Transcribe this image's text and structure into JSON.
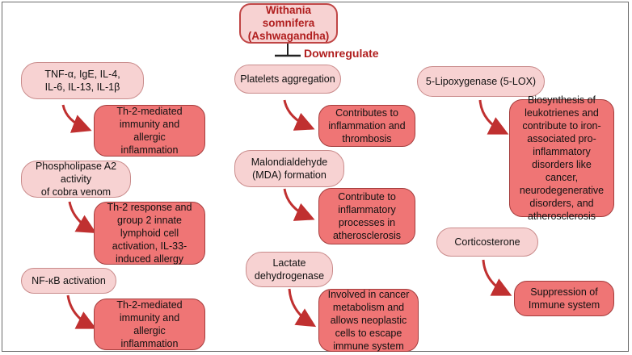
{
  "title": "Withania\nsomnifera\n(Ashwagandha)",
  "inhibit_label": "Downregulate",
  "colors": {
    "title_text": "#b01e1e",
    "light_box": "#f7d2d2",
    "dark_box": "#ef7575",
    "arrow": "#c03030"
  },
  "columns": [
    {
      "pairs": [
        {
          "target": "TNF-α, IgE, IL-4,\nIL-6, IL-13, IL-1β",
          "effect": "Th-2-mediated\nimmunity and\nallergic\ninflammation"
        },
        {
          "target": "Phospholipase A2\nactivity\nof cobra venom",
          "effect": "Th-2 response and\ngroup 2 innate\nlymphoid cell\nactivation, IL-33-\ninduced allergy"
        },
        {
          "target": "NF-κB activation",
          "effect": "Th-2-mediated\nimmunity and\nallergic\ninflammation"
        }
      ]
    },
    {
      "pairs": [
        {
          "target": "Platelets aggregation",
          "effect": "Contributes to\ninflammation and\nthrombosis"
        },
        {
          "target": "Malondialdehyde\n(MDA) formation",
          "effect": "Contribute to\ninflammatory\nprocesses in\natherosclerosis"
        },
        {
          "target": "Lactate\ndehydrogenase",
          "effect": "Involved in cancer\nmetabolism and\nallows neoplastic\ncells to escape\nimmune system"
        }
      ]
    },
    {
      "pairs": [
        {
          "target": "5-Lipoxygenase (5-LOX)",
          "effect": "Biosynthesis of\nleukotrienes and\ncontribute to iron-\nassociated pro-\ninflammatory\ndisorders like\ncancer,\nneurodegenerative\ndisorders, and\natherosclerosis"
        },
        {
          "target": "Corticosterone",
          "effect": "Suppression of\nImmune system"
        }
      ]
    }
  ]
}
